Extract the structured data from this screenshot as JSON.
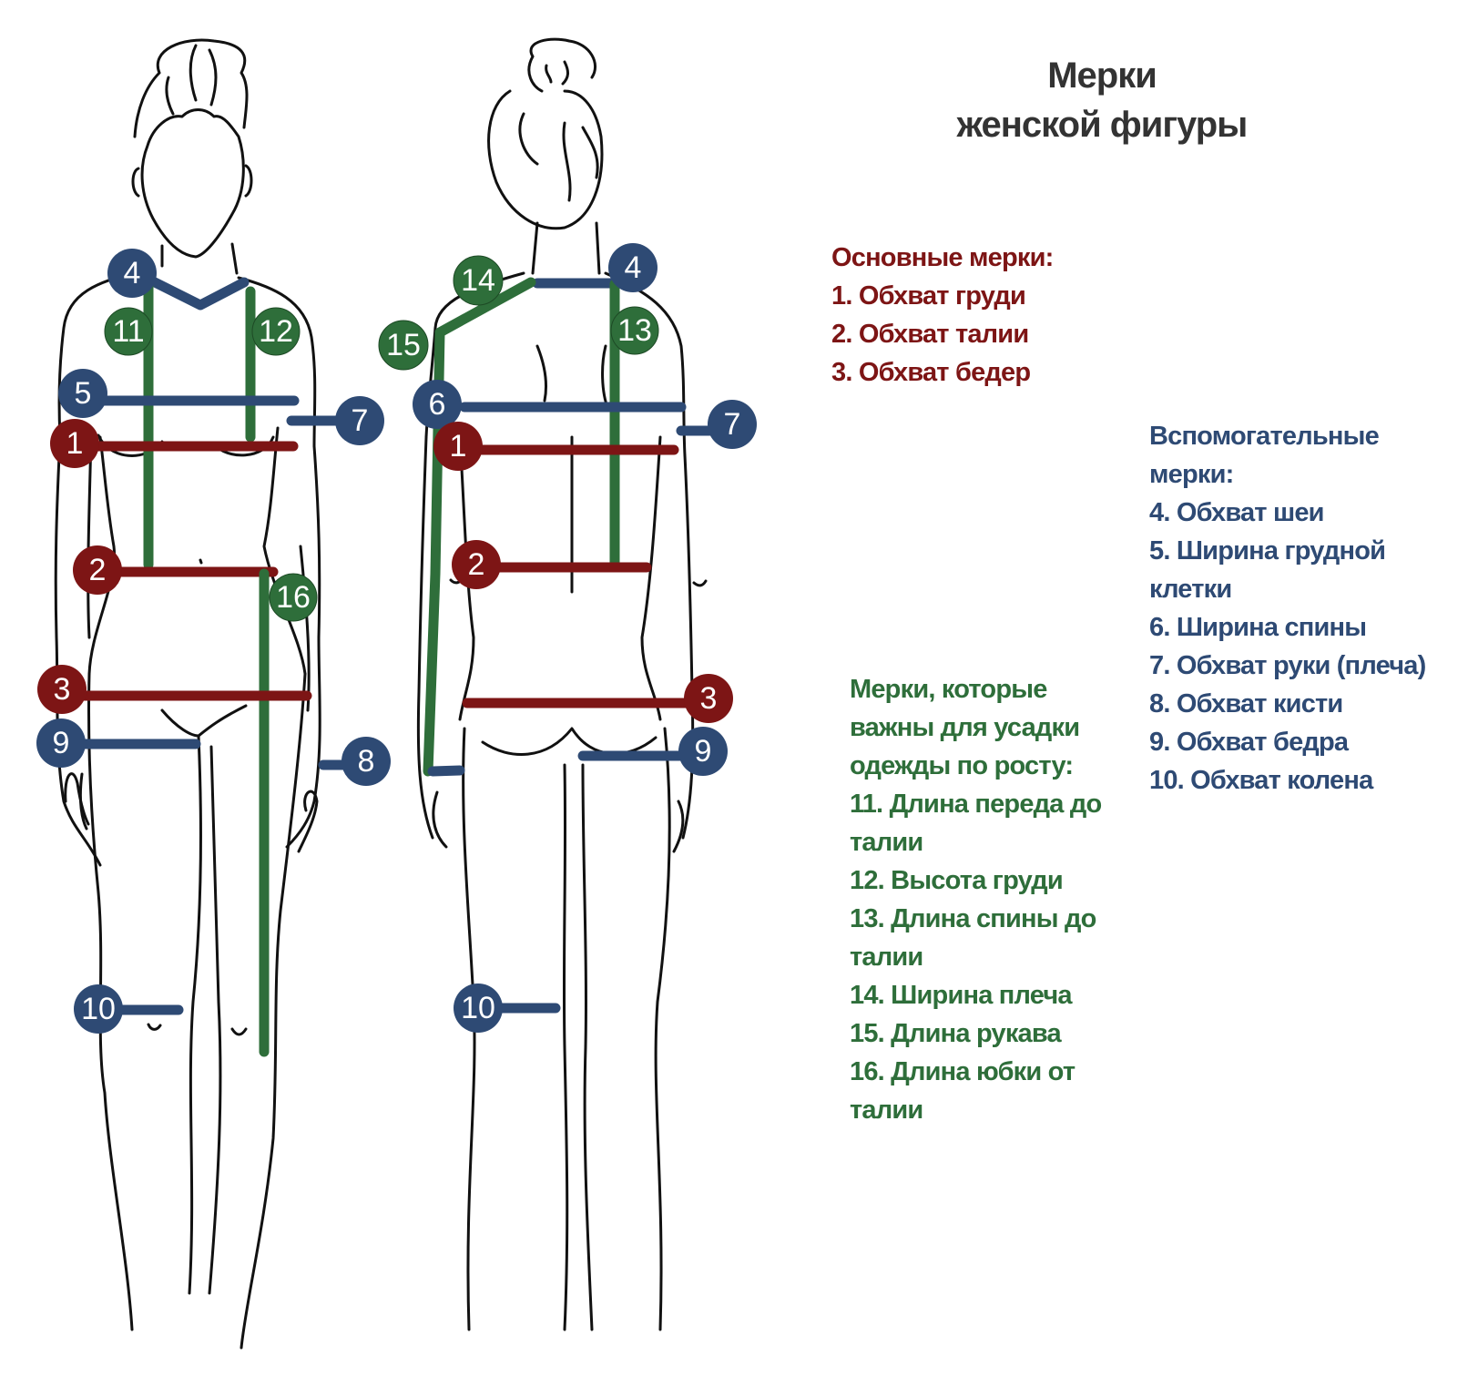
{
  "title": {
    "line1": "Мерки",
    "line2": "женской фигуры"
  },
  "colors": {
    "main": "#7d1515",
    "auxiliary": "#2e4a74",
    "growth": "#2e6e3a",
    "title": "#333333",
    "outline": "#111111"
  },
  "legend": {
    "main": {
      "heading": "Основные мерки:",
      "items": [
        "1. Обхват груди",
        "2. Обхват талии",
        "3. Обхват бедер"
      ]
    },
    "auxiliary": {
      "heading_lines": [
        "Вспомогательные",
        "мерки:"
      ],
      "items": [
        "4. Обхват шеи",
        "5. Ширина грудной",
        "клетки",
        "6. Ширина спины",
        "7. Обхват руки (плеча)",
        "8. Обхват кисти",
        "9. Обхват бедра",
        "10. Обхват колена"
      ]
    },
    "growth": {
      "heading_lines": [
        "Мерки, которые",
        "важны для усадки",
        "одежды по росту:"
      ],
      "items": [
        "11. Длина переда до",
        "талии",
        "12. Высота груди",
        "13. Длина спины до",
        "талии",
        "14. Ширина плеча",
        "15. Длина рукава",
        "16. Длина юбки от",
        "талии"
      ]
    }
  },
  "markers": {
    "front": [
      "4",
      "11",
      "12",
      "5",
      "7",
      "1",
      "2",
      "16",
      "3",
      "9",
      "8",
      "10"
    ],
    "back": [
      "14",
      "4",
      "15",
      "13",
      "6",
      "7",
      "1",
      "2",
      "3",
      "9",
      "10"
    ]
  }
}
